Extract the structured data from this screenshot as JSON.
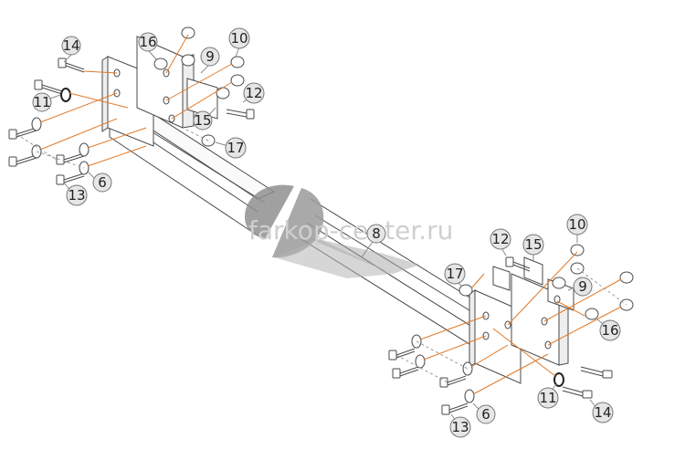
{
  "watermark": "farkop-center.ru",
  "colors": {
    "stroke": "#4a4a4a",
    "leader": "#e07a2a",
    "bubble_fill": "#e6e6e6",
    "bubble_stroke": "#777777",
    "break_fill": "#8f8f8f"
  },
  "callouts": [
    {
      "id": "left-14",
      "label": "14"
    },
    {
      "id": "left-16",
      "label": "16"
    },
    {
      "id": "left-10",
      "label": "10"
    },
    {
      "id": "left-9",
      "label": "9"
    },
    {
      "id": "left-12",
      "label": "12"
    },
    {
      "id": "left-11",
      "label": "11"
    },
    {
      "id": "left-15",
      "label": "15"
    },
    {
      "id": "left-17",
      "label": "17"
    },
    {
      "id": "left-6",
      "label": "6"
    },
    {
      "id": "left-13",
      "label": "13"
    },
    {
      "id": "center-8",
      "label": "8"
    },
    {
      "id": "right-12",
      "label": "12"
    },
    {
      "id": "right-15",
      "label": "15"
    },
    {
      "id": "right-10",
      "label": "10"
    },
    {
      "id": "right-17",
      "label": "17"
    },
    {
      "id": "right-9",
      "label": "9"
    },
    {
      "id": "right-16",
      "label": "16"
    },
    {
      "id": "right-11",
      "label": "11"
    },
    {
      "id": "right-14",
      "label": "14"
    },
    {
      "id": "right-6",
      "label": "6"
    },
    {
      "id": "right-13",
      "label": "13"
    }
  ]
}
